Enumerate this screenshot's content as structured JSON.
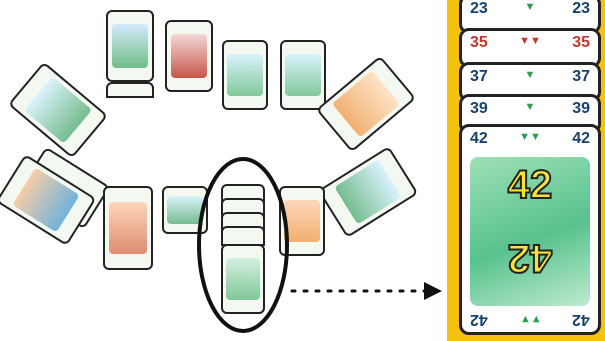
{
  "zoom": {
    "stack": [
      {
        "value": "23",
        "mark": "▼",
        "color": "#17406b",
        "mark_color": "#2a9d55"
      },
      {
        "value": "35",
        "mark": "▼▼",
        "color": "#c0392b",
        "mark_color": "#c0392b"
      },
      {
        "value": "37",
        "mark": "▼",
        "color": "#17406b",
        "mark_color": "#2a9d55"
      },
      {
        "value": "39",
        "mark": "▼",
        "color": "#17406b",
        "mark_color": "#2a9d55"
      },
      {
        "value": "42",
        "mark": "▼▼",
        "color": "#17406b",
        "mark_color": "#2a9d55"
      }
    ],
    "front_card_value": "42",
    "bottom_mark": "▼▼"
  },
  "colors": {
    "panel_bg": "#f4c20d",
    "green_art": "#57c28d",
    "orange_art": "#f0a35b",
    "red_art": "#c0392b"
  },
  "icons": {
    "arrow": "dotted-arrow-right",
    "highlight": "ellipse-highlight"
  }
}
